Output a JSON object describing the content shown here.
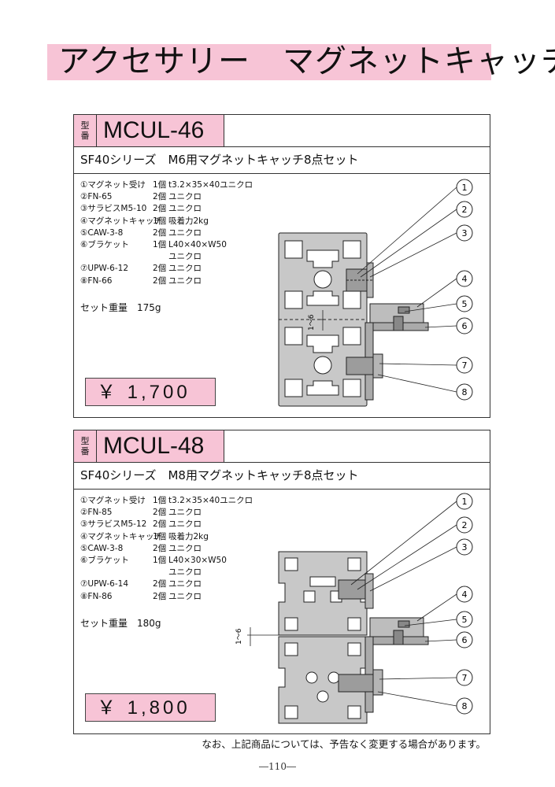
{
  "page_title": "アクセサリー　マグネットキャッチ",
  "panels": [
    {
      "type_label": "型番",
      "model": "MCUL-46",
      "subtitle": "SF40シリーズ　M6用マグネットキャッチ8点セット",
      "parts": [
        {
          "name": "①マグネット受け",
          "qty": "1個",
          "spec": "t3.2×35×40ユニクロ"
        },
        {
          "name": "②FN-65",
          "qty": "2個",
          "spec": "ユニクロ"
        },
        {
          "name": "③サラビスM5-10",
          "qty": "2個",
          "spec": "ユニクロ"
        },
        {
          "name": "④マグネットキャッチ",
          "qty": "1個",
          "spec": "吸着力2kg"
        },
        {
          "name": "⑤CAW-3-8",
          "qty": "2個",
          "spec": "ユニクロ"
        },
        {
          "name": "⑥ブラケット",
          "qty": "1個",
          "spec": "L40×40×W50"
        },
        {
          "name": "",
          "qty": "",
          "spec": "ユニクロ"
        },
        {
          "name": "⑦UPW-6-12",
          "qty": "2個",
          "spec": "ユニクロ"
        },
        {
          "name": "⑧FN-66",
          "qty": "2個",
          "spec": "ユニクロ"
        }
      ],
      "weight": "セット重量　175g",
      "price": "￥ 1,700",
      "callouts": [
        "1",
        "2",
        "3",
        "4",
        "5",
        "6",
        "7",
        "8"
      ],
      "gap_label": "1～6"
    },
    {
      "type_label": "型番",
      "model": "MCUL-48",
      "subtitle": "SF40シリーズ　M8用マグネットキャッチ8点セット",
      "parts": [
        {
          "name": "①マグネット受け",
          "qty": "1個",
          "spec": "t3.2×35×40ユニクロ"
        },
        {
          "name": "②FN-85",
          "qty": "2個",
          "spec": "ユニクロ"
        },
        {
          "name": "③サラビスM5-12",
          "qty": "2個",
          "spec": "ユニクロ"
        },
        {
          "name": "④マグネットキャッチ",
          "qty": "1個",
          "spec": "吸着力2kg"
        },
        {
          "name": "⑤CAW-3-8",
          "qty": "2個",
          "spec": "ユニクロ"
        },
        {
          "name": "⑥ブラケット",
          "qty": "1個",
          "spec": "L40×30×W50"
        },
        {
          "name": "",
          "qty": "",
          "spec": "ユニクロ"
        },
        {
          "name": "⑦UPW-6-14",
          "qty": "2個",
          "spec": "ユニクロ"
        },
        {
          "name": "⑧FN-86",
          "qty": "2個",
          "spec": "ユニクロ"
        }
      ],
      "weight": "セット重量　180g",
      "price": "￥ 1,800",
      "callouts": [
        "1",
        "2",
        "3",
        "4",
        "5",
        "6",
        "7",
        "8"
      ],
      "gap_label": "1～6"
    }
  ],
  "note": "なお、上記商品については、予告なく変更する場合があります。",
  "page_number": "―110―",
  "colors": {
    "accent_pink": "#f7c4d6",
    "profile_gray": "#c8c8c8"
  }
}
